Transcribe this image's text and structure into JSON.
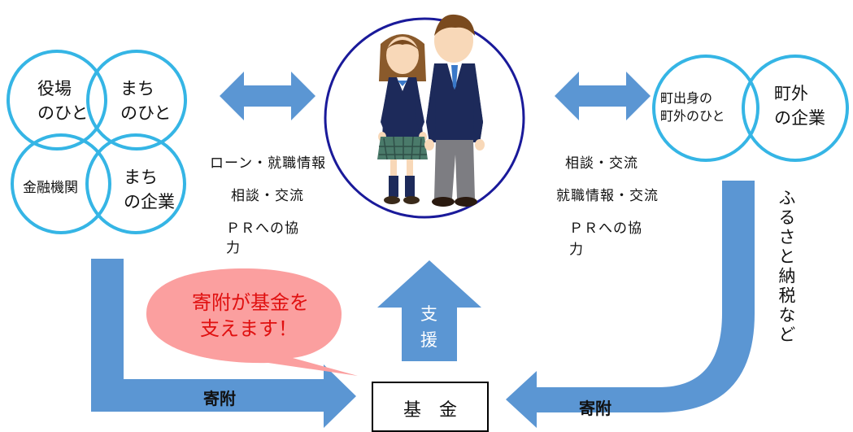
{
  "left_group": {
    "circle1": "役場\nのひと",
    "circle2": "まち\nのひと",
    "circle3": "金融機関",
    "circle4": "まち\nの企業"
  },
  "right_group": {
    "circle1": "町出身の\n町外のひと",
    "circle2": "町外\nの企業"
  },
  "left_relation": {
    "line1": "ローン・就職情報",
    "line2": "相談・交流",
    "line3": "ＰＲへの協",
    "line4": "力"
  },
  "right_relation": {
    "line1": "相談・交流",
    "line2": "就職情報・交流",
    "line3": "ＰＲへの協",
    "line4": "力"
  },
  "callout": "寄附が基金を\n支えます！",
  "support_arrow": "支\n援",
  "left_donation": "寄附",
  "right_donation": "寄附",
  "furusato": "ふるさと納税など",
  "fund": "基　金",
  "colors": {
    "circle_stroke": "#35b5e5",
    "arrow_fill": "#5b96d3",
    "center_circle": "#1a1a9a",
    "callout_fill": "#fb9f9f",
    "callout_text": "#e01010"
  }
}
